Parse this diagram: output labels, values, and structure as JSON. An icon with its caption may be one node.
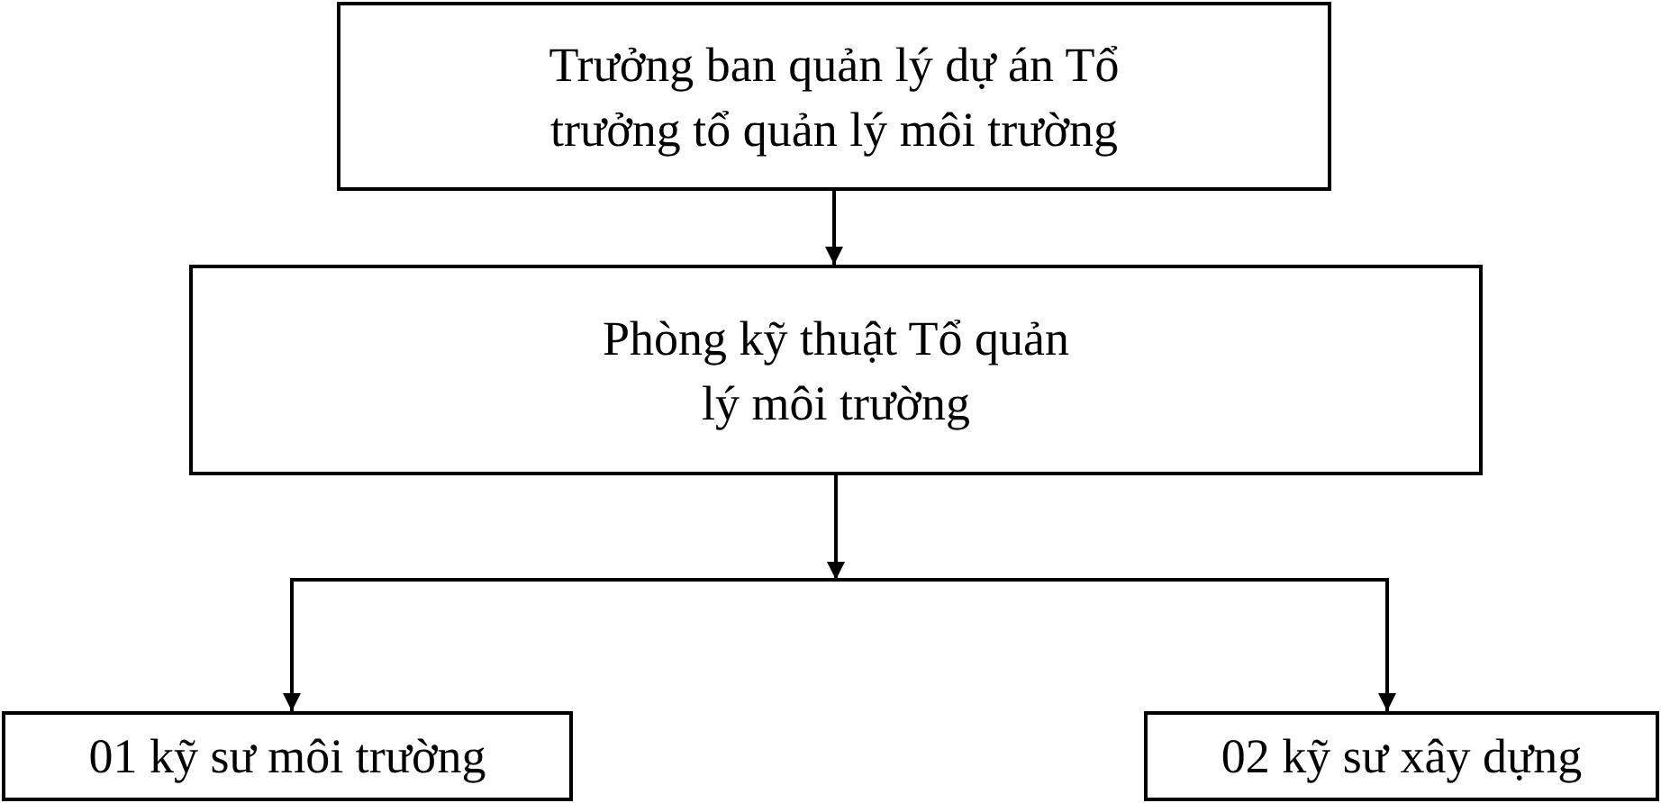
{
  "diagram": {
    "nodes": [
      {
        "text": [
          "Trưởng ban quản lý dự án Tổ trưởng tổ quản lý môi trường"
        ]
      },
      {
        "text": [
          "Phòng kỹ thuật Tổ quản lý môi trường"
        ]
      },
      {
        "text": [
          "01 kỹ sư môi trường"
        ]
      },
      {
        "text": [
          "02 kỹ sư xây dựng"
        ]
      }
    ],
    "edges": [
      {
        "from": 0,
        "to": 1,
        "arrow": "to"
      },
      {
        "from": 1,
        "to": 2,
        "arrow": "to"
      },
      {
        "from": 1,
        "to": 3,
        "arrow": "to"
      }
    ]
  }
}
